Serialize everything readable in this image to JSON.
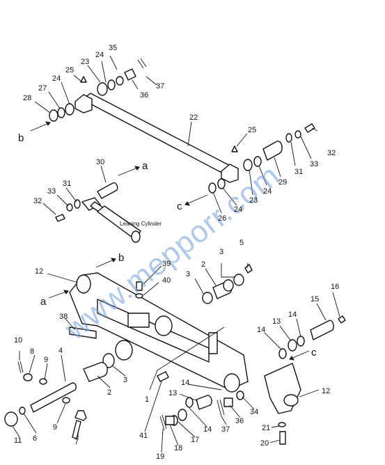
{
  "watermark": "www.mepporr.com",
  "cylinder_label": "Leaning Cylinder",
  "reference_letters": {
    "b_upper": "b",
    "a_upper": "a",
    "c_upper": "c",
    "b_lower": "b",
    "a_lower": "a",
    "c_lower": "c"
  },
  "callouts": {
    "n35": "35",
    "n24_top": "24",
    "n23_top": "23",
    "n25_top": "25",
    "n37_top": "37",
    "n36_top": "36",
    "n24_left": "24",
    "n27": "27",
    "n28": "28",
    "n22": "22",
    "n25_right": "25",
    "n32_right": "32",
    "n33_right": "33",
    "n31_right": "31",
    "n29": "29",
    "n24_right": "24",
    "n23_right": "23",
    "n26": "26",
    "n24_mid": "24",
    "n30": "30",
    "n31_left": "31",
    "n33_left": "33",
    "n32_left": "32",
    "n5": "5",
    "n3_top": "3",
    "n2_top": "2",
    "n3_mid": "3",
    "n12_left": "12",
    "n39": "39",
    "n40": "40",
    "n16": "16",
    "n15": "15",
    "n14_r1": "14",
    "n13_r": "13",
    "n14_r2": "14",
    "n38": "38",
    "n10": "10",
    "n8": "8",
    "n9_top": "9",
    "n4": "4",
    "n3_low": "3",
    "n2_low": "2",
    "n12_right": "12",
    "n1": "1",
    "n14_low": "14",
    "n13_low": "13",
    "n34": "34",
    "n36_low": "36",
    "n37_low": "37",
    "n14_bot": "14",
    "n17": "17",
    "n18": "18",
    "n41": "41",
    "n19": "19",
    "n21": "21",
    "n20": "20",
    "n11": "11",
    "n6": "6",
    "n9_low": "9",
    "n7": "7"
  },
  "colors": {
    "line": "#111111",
    "watermark": "#6f9ad8",
    "background": "#ffffff"
  }
}
